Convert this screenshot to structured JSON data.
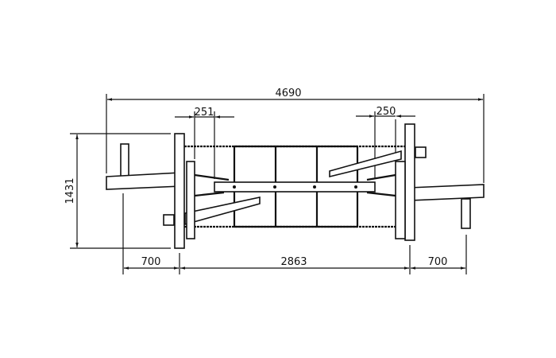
{
  "dimensions": {
    "overall_length": "4690",
    "height": "1431",
    "left_offset": "251",
    "right_offset": "250",
    "left_arm": "700",
    "center_span": "2863",
    "right_arm": "700"
  },
  "colors": {
    "line": "#111111",
    "background": "#ffffff"
  }
}
